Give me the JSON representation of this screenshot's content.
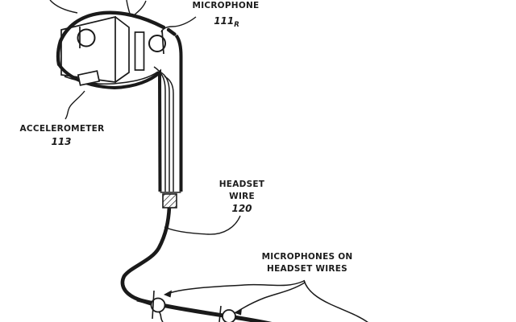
{
  "figure": {
    "type": "patent-line-drawing",
    "background_color": "#ffffff",
    "line_color": "#1a1a1a",
    "labels": {
      "microphone": {
        "text": "MICROPHONE",
        "ref": "111",
        "ref_sub": "R"
      },
      "accelerometer": {
        "text": "ACCELEROMETER",
        "ref": "113"
      },
      "headset_wire": {
        "line1": "HEADSET",
        "line2": "WIRE",
        "ref": "120"
      },
      "wire_mics": {
        "line1": "MICROPHONES ON",
        "line2": "HEADSET WIRES"
      }
    },
    "parts": [
      "earbud-housing",
      "front-face",
      "side-face",
      "driver-rectangle",
      "mic-port-left",
      "mic-port-right",
      "accelerometer-chip",
      "stem",
      "strain-relief",
      "headset-wire",
      "inline-mic-left",
      "inline-mic-right"
    ]
  }
}
